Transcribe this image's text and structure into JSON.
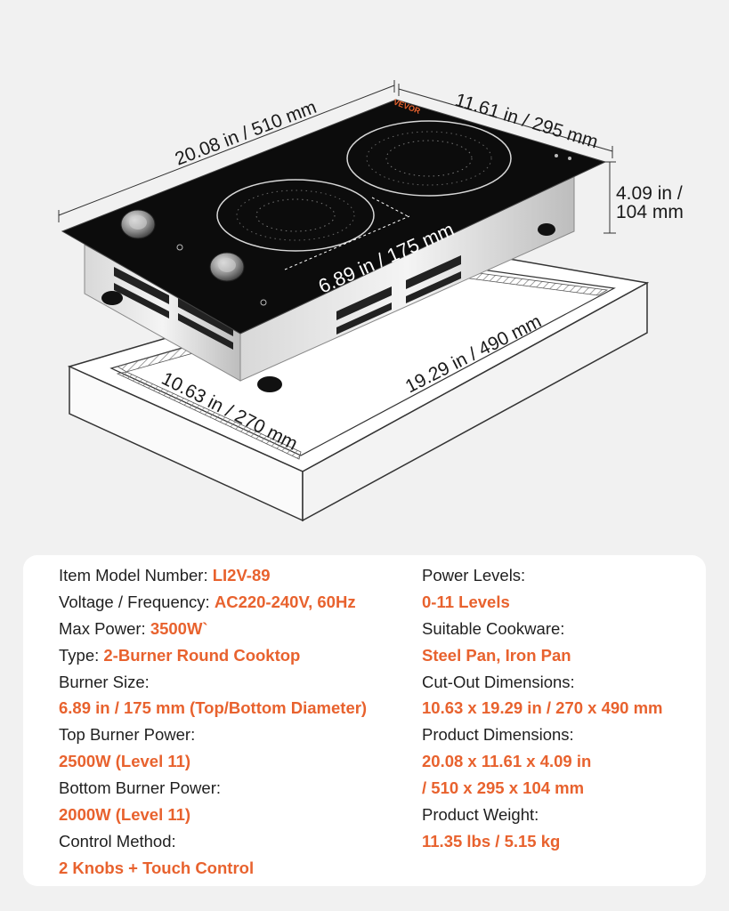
{
  "brand": "VEVOR",
  "dimensions": {
    "length": "20.08 in / 510 mm",
    "width": "11.61 in / 295 mm",
    "height_line1": "4.09 in /",
    "height_line2": "104 mm",
    "burner_diameter": "6.89 in / 175 mm",
    "cutout_length": "19.29  in / 490 mm",
    "cutout_width": "10.63 in / 270 mm"
  },
  "colors": {
    "accent": "#e8622e",
    "background": "#f1f1f1",
    "card": "#ffffff",
    "glass": "#0c0c0c"
  },
  "specs_left": [
    {
      "label": "Item Model Number: ",
      "value": "LI2V-89"
    },
    {
      "label": "Voltage / Frequency: ",
      "value": "AC220-240V, 60Hz"
    },
    {
      "label": "Max Power: ",
      "value": "3500W`"
    },
    {
      "label": "Type: ",
      "value": "2-Burner Round Cooktop"
    },
    {
      "label": "Burner Size:",
      "value": ""
    },
    {
      "label": "",
      "value": "6.89 in / 175 mm (Top/Bottom Diameter)"
    },
    {
      "label": "Top Burner Power:",
      "value": ""
    },
    {
      "label": "",
      "value": "2500W (Level 11)"
    },
    {
      "label": "Bottom Burner Power:",
      "value": ""
    },
    {
      "label": "",
      "value": "2000W (Level 11)"
    },
    {
      "label": "Control Method:",
      "value": ""
    },
    {
      "label": "",
      "value": "2 Knobs + Touch Control"
    }
  ],
  "specs_right": [
    {
      "label": "Power Levels:",
      "value": ""
    },
    {
      "label": "",
      "value": "0-11 Levels"
    },
    {
      "label": "Suitable Cookware:",
      "value": ""
    },
    {
      "label": "",
      "value": "Steel Pan, Iron Pan"
    },
    {
      "label": "Cut-Out Dimensions:",
      "value": ""
    },
    {
      "label": "",
      "value": "10.63 x 19.29 in / 270 x 490 mm"
    },
    {
      "label": "Product Dimensions:",
      "value": ""
    },
    {
      "label": "",
      "value": "20.08 x 11.61 x 4.09 in"
    },
    {
      "label": "",
      "value": "/ 510 x 295 x 104 mm"
    },
    {
      "label": "Product Weight:",
      "value": ""
    },
    {
      "label": "",
      "value": "11.35 lbs / 5.15 kg"
    }
  ]
}
